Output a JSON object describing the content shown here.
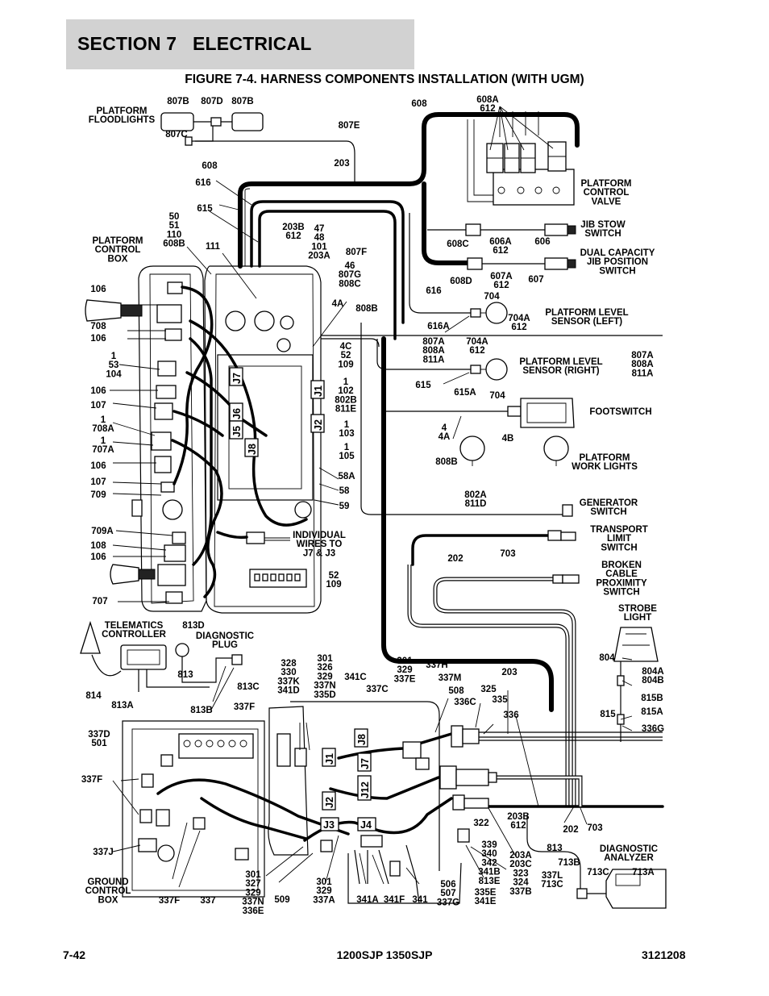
{
  "header": {
    "section": "SECTION 7   ELECTRICAL",
    "figure_title": "FIGURE 7-4. HARNESS COMPONENTS INSTALLATION (WITH UGM)"
  },
  "footer": {
    "page": "7-42",
    "model": "1200SJP 1350SJP",
    "doc_number": "3121208"
  },
  "components": {
    "platform_floodlights": [
      "PLATFORM",
      "FLOODLIGHTS"
    ],
    "platform_control_box": [
      "PLATFORM",
      "CONTROL",
      "BOX"
    ],
    "platform_control_valve": [
      "PLATFORM",
      "CONTROL",
      "VALVE"
    ],
    "jib_stow_switch": [
      "JIB STOW",
      "SWITCH"
    ],
    "dual_capacity_switch": [
      "DUAL CAPACITY",
      "JIB POSITION",
      "SWITCH"
    ],
    "level_sensor_left": [
      "PLATFORM LEVEL",
      "SENSOR (LEFT)"
    ],
    "level_sensor_right": [
      "PLATFORM LEVEL",
      "SENSOR (RIGHT)"
    ],
    "footswitch": [
      "FOOTSWITCH"
    ],
    "work_lights": [
      "PLATFORM",
      "WORK LIGHTS"
    ],
    "generator_switch": [
      "GENERATOR",
      "SWITCH"
    ],
    "transport_limit_switch": [
      "TRANSPORT",
      "LIMIT",
      "SWITCH"
    ],
    "broken_cable_switch": [
      "BROKEN",
      "CABLE",
      "PROXIMITY",
      "SWITCH"
    ],
    "strobe_light": [
      "STROBE",
      "LIGHT"
    ],
    "telematics_controller": [
      "TELEMATICS",
      "CONTROLLER"
    ],
    "diagnostic_plug": [
      "DIAGNOSTIC",
      "PLUG"
    ],
    "individual_wires": [
      "INDIVIDUAL",
      "WIRES TO",
      "J7 & J3"
    ],
    "ground_control_box": [
      "GROUND",
      "CONTROL",
      "BOX"
    ],
    "diagnostic_analyzer": [
      "DIAGNOSTIC",
      "ANALYZER"
    ]
  },
  "connectors": [
    "J7",
    "J1",
    "J6",
    "J2",
    "J5",
    "J8",
    "J8",
    "J1",
    "J7",
    "J12",
    "J2",
    "J3",
    "J4"
  ],
  "wire_labels": {
    "l0": [
      "807B"
    ],
    "l1": [
      "807D"
    ],
    "l2": [
      "807B"
    ],
    "l3": [
      "807C"
    ],
    "l4": [
      "807E"
    ],
    "l5": [
      "608"
    ],
    "l6": [
      "608A",
      "612"
    ],
    "l7": [
      "608"
    ],
    "l8": [
      "203"
    ],
    "l9": [
      "616"
    ],
    "l10": [
      "615"
    ],
    "l11": [
      "50",
      "51",
      "110",
      "608B"
    ],
    "l12": [
      "203B",
      "612"
    ],
    "l13": [
      "47",
      "48",
      "101",
      "203A"
    ],
    "l14": [
      "111"
    ],
    "l15": [
      "807F"
    ],
    "l16": [
      "46",
      "807G",
      "808C"
    ],
    "l17": [
      "106"
    ],
    "l18": [
      "608C"
    ],
    "l19": [
      "606A",
      "612"
    ],
    "l20": [
      "606"
    ],
    "l21": [
      "608D"
    ],
    "l22": [
      "607A",
      "612"
    ],
    "l23": [
      "607"
    ],
    "l24": [
      "616"
    ],
    "l25": [
      "704"
    ],
    "l26": [
      "4A"
    ],
    "l27": [
      "808B"
    ],
    "l28": [
      "616A"
    ],
    "l29": [
      "704A",
      "612"
    ],
    "l30": [
      "708"
    ],
    "l31": [
      "106"
    ],
    "l32": [
      "1",
      "53",
      "104"
    ],
    "l33": [
      "4C",
      "52",
      "109"
    ],
    "l34": [
      "807A",
      "808A",
      "811A"
    ],
    "l35": [
      "704A",
      "612"
    ],
    "l36": [
      "807A",
      "808A",
      "811A"
    ],
    "l37": [
      "106"
    ],
    "l38": [
      "107"
    ],
    "l39": [
      "1",
      "102",
      "802B",
      "811E"
    ],
    "l40": [
      "615"
    ],
    "l41": [
      "615A"
    ],
    "l42": [
      "704"
    ],
    "l43": [
      "1",
      "708A"
    ],
    "l44": [
      "1",
      "103"
    ],
    "l45": [
      "4",
      "4A"
    ],
    "l46": [
      "4B"
    ],
    "l47": [
      "1",
      "707A"
    ],
    "l48": [
      "1",
      "105"
    ],
    "l49": [
      "106"
    ],
    "l50": [
      "808B"
    ],
    "l51": [
      "107"
    ],
    "l52": [
      "58A"
    ],
    "l53": [
      "709"
    ],
    "l54": [
      "58"
    ],
    "l55": [
      "59"
    ],
    "l56": [
      "802A",
      "811D"
    ],
    "l57": [
      "709A"
    ],
    "l58": [
      "108"
    ],
    "l59": [
      "106"
    ],
    "l60": [
      "202"
    ],
    "l61": [
      "703"
    ],
    "l62": [
      "52",
      "109"
    ],
    "l63": [
      "707"
    ],
    "l64": [
      "813D"
    ],
    "l65": [
      "813"
    ],
    "l66": [
      "813C"
    ],
    "l67": [
      "814"
    ],
    "l68": [
      "813A"
    ],
    "l69": [
      "813B"
    ],
    "l70": [
      "328",
      "330",
      "337K",
      "341D"
    ],
    "l71": [
      "301",
      "326",
      "329",
      "337N",
      "335D"
    ],
    "l72": [
      "341C"
    ],
    "l73": [
      "301",
      "329",
      "337E"
    ],
    "l74": [
      "337H"
    ],
    "l75": [
      "337M"
    ],
    "l76": [
      "337C"
    ],
    "l77": [
      "508"
    ],
    "l78": [
      "325"
    ],
    "l79": [
      "336C"
    ],
    "l80": [
      "335"
    ],
    "l81": [
      "336"
    ],
    "l82": [
      "203"
    ],
    "l83": [
      "804"
    ],
    "l84": [
      "804A",
      "804B"
    ],
    "l85": [
      "815B"
    ],
    "l86": [
      "815"
    ],
    "l87": [
      "815A"
    ],
    "l88": [
      "336G"
    ],
    "l89": [
      "337F"
    ],
    "l90": [
      "337D",
      "501"
    ],
    "l91": [
      "337F"
    ],
    "l92": [
      "322"
    ],
    "l93": [
      "203B",
      "612"
    ],
    "l94": [
      "202"
    ],
    "l95": [
      "703"
    ],
    "l96": [
      "813"
    ],
    "l97": [
      "339",
      "340",
      "342",
      "341B",
      "813E"
    ],
    "l98": [
      "203A",
      "203C",
      "323",
      "324",
      "337B"
    ],
    "l99": [
      "713B"
    ],
    "l100": [
      "337L",
      "713C"
    ],
    "l101": [
      "713C"
    ],
    "l102": [
      "713A"
    ],
    "l103": [
      "337J"
    ],
    "l104": [
      "337F"
    ],
    "l105": [
      "337"
    ],
    "l106": [
      "301",
      "327",
      "329",
      "337N",
      "336E"
    ],
    "l107": [
      "509"
    ],
    "l108": [
      "301",
      "329",
      "337A"
    ],
    "l109": [
      "341A"
    ],
    "l110": [
      "341F"
    ],
    "l111": [
      "341"
    ],
    "l112": [
      "506",
      "507",
      "337G"
    ],
    "l113": [
      "335E",
      "341E"
    ]
  }
}
